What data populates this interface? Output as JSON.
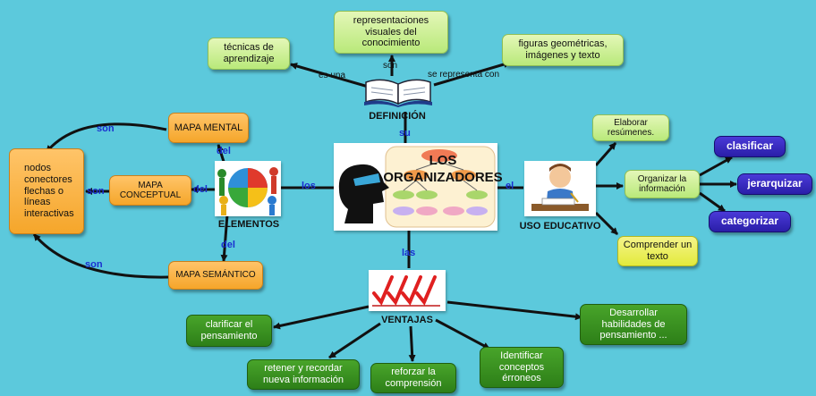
{
  "central": {
    "title_line1": "LOS",
    "title_line2": "ORGANIZADORES"
  },
  "definicion": {
    "caption": "DEFINICIÓN",
    "link_es_una": "es una",
    "link_son": "son",
    "link_se_representa": "se representa con",
    "link_su": "su",
    "nodes": {
      "tecnicas": "técnicas de aprendizaje",
      "representaciones": "representaciones visuales del conocimiento",
      "figuras": "figuras geométricas, imágenes y texto"
    }
  },
  "elementos": {
    "caption": "ELEMENTOS",
    "link_los": "los",
    "link_del_top": "del",
    "link_del_mid": "del",
    "link_del_bottom": "del",
    "link_son_top": "son",
    "link_son_mid": "son",
    "link_son_bottom": "son",
    "nodes": {
      "mapa_mental": "MAPA MENTAL",
      "mapa_conceptual": "MAPA CONCEPTUAL",
      "mapa_semantico": "MAPA SEMÁNTICO",
      "nodos": "nodos conectores flechas o líneas interactivas"
    }
  },
  "uso": {
    "caption": "USO EDUCATIVO",
    "link_el": "el",
    "nodes": {
      "elaborar": "Elaborar resúmenes.",
      "organizar": "Organizar la información",
      "comprender": "Comprender un texto",
      "clasificar": "clasificar",
      "jerarquizar": "jerarquizar",
      "categorizar": "categorizar"
    }
  },
  "ventajas": {
    "caption": "VENTAJAS",
    "link_las": "las",
    "nodes": {
      "clarificar": "clarificar el pensamiento",
      "retener": "retener y recordar nueva información",
      "reforzar": "reforzar la comprensión",
      "identificar": "Identificar conceptos érroneos",
      "desarrollar": "Desarrollar habilidades de pensamiento ..."
    }
  },
  "colors": {
    "background": "#5cc9dc",
    "light_green": "#c5ee8a",
    "orange": "#f7ac35",
    "dark_green": "#3a9020",
    "yellow": "#eaee55",
    "purple": "#3424c4",
    "link_blue": "#1a2fd0"
  }
}
